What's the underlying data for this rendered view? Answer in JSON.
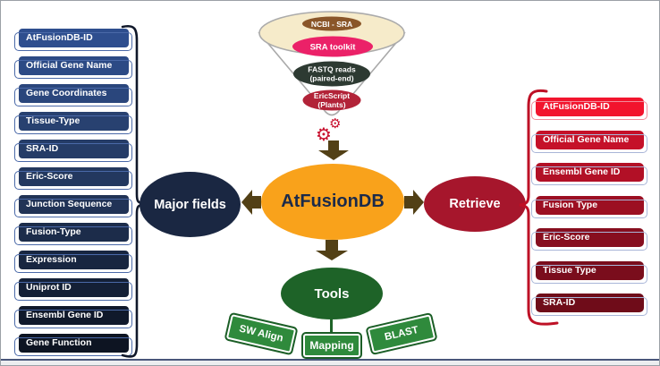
{
  "figure": {
    "palette": {
      "orange": "#F9A21B",
      "navy_ellipse": "#1A2742",
      "crimson_ellipse": "#A6162C",
      "green_dark": "#1E6328",
      "green_banner": "#2F8A3C",
      "arrow_brown": "#524016",
      "gear_red": "#C8102E",
      "funnel_cream": "#F6EBCA",
      "bracket_left": "#10182A",
      "bracket_right": "#BE1126"
    },
    "funnel": {
      "stages": [
        {
          "label": "NCBI - SRA",
          "color": "#8A5629"
        },
        {
          "label": "SRA toolkit",
          "color": "#EB2168"
        },
        {
          "line1": "FASTQ reads",
          "line2": "(paired-end)",
          "color": "#2D3A32"
        },
        {
          "line1": "EricScript",
          "line2": "(Plants)",
          "color": "#B22338"
        }
      ]
    },
    "gears_icon": "⚙",
    "center_node": {
      "label": "AtFusionDB"
    },
    "major_fields": {
      "label": "Major fields",
      "items": [
        {
          "label": "AtFusionDB-ID",
          "color": "#2E4E8E"
        },
        {
          "label": "Official Gene Name",
          "color": "#2C4A85"
        },
        {
          "label": "Gene Coordinates",
          "color": "#2A467C"
        },
        {
          "label": "Tissue-Type",
          "color": "#284170"
        },
        {
          "label": "SRA-ID",
          "color": "#253C67"
        },
        {
          "label": "Eric-Score",
          "color": "#23385F"
        },
        {
          "label": "Junction Sequence",
          "color": "#213356"
        },
        {
          "label": "Fusion-Type",
          "color": "#1C2C4A"
        },
        {
          "label": "Expression",
          "color": "#182640"
        },
        {
          "label": "Uniprot ID",
          "color": "#142036"
        },
        {
          "label": "Ensembl Gene ID",
          "color": "#10192B"
        },
        {
          "label": "Gene Function",
          "color": "#0D1422"
        }
      ]
    },
    "retrieve": {
      "label": "Retrieve",
      "items": [
        {
          "label": "AtFusionDB-ID",
          "color": "#F2142D"
        },
        {
          "label": "Official Gene Name",
          "color": "#C51129"
        },
        {
          "label": "Ensembl Gene ID",
          "color": "#B21026"
        },
        {
          "label": "Fusion Type",
          "color": "#9C0F22"
        },
        {
          "label": "Eric-Score",
          "color": "#870E1F"
        },
        {
          "label": "Tissue Type",
          "color": "#7A0D1C"
        },
        {
          "label": "SRA-ID",
          "color": "#6F0C19"
        }
      ]
    },
    "tools": {
      "label": "Tools",
      "items": [
        {
          "label": "SW Align"
        },
        {
          "label": "Mapping"
        },
        {
          "label": "BLAST"
        }
      ]
    }
  }
}
